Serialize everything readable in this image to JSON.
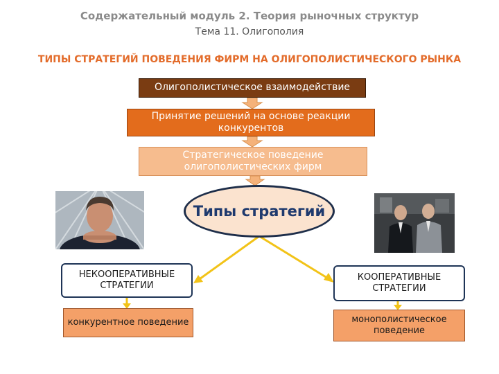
{
  "header": {
    "module": "Содержательный модуль 2. Теория рыночных структур",
    "topic": "Тема 11. Олигополия"
  },
  "title": "ТИПЫ СТРАТЕГИЙ ПОВЕДЕНИЯ ФИРМ НА ОЛИГОПОЛИСТИЧЕСКОГО РЫНКА",
  "flow": {
    "step1": "Олигополистическое взаимодействие",
    "step2": "Принятие решений на основе реакции конкурентов",
    "step3": "Стратегическое поведение олигополистических фирм"
  },
  "center": {
    "label": "Типы стратегий"
  },
  "branches": {
    "left": {
      "title": "НЕКООПЕРАТИВНЫЕ СТРАТЕГИИ",
      "sub": "конкурентное поведение"
    },
    "right": {
      "title": "КООПЕРАТИВНЫЕ СТРАТЕГИИ",
      "sub": "монополистическое поведение"
    }
  },
  "colors": {
    "title": "#e36c2b",
    "step1": "#7a3c12",
    "step2": "#e36c1c",
    "step3": "#f6bc8e",
    "arrow_orange": "#f5b27a",
    "arrow_yellow": "#f2c318",
    "ellipse_fill": "#fbe3cf",
    "ellipse_text": "#1f3a6e",
    "sub_fill": "#f4a068"
  }
}
